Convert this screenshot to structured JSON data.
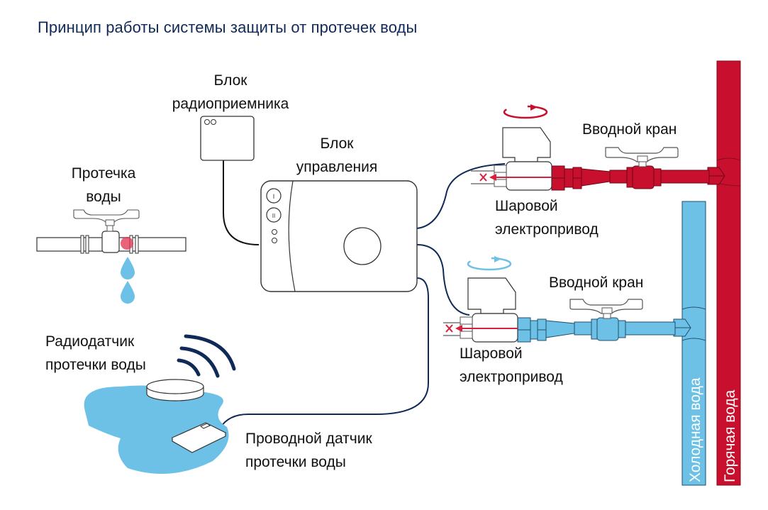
{
  "title": "Принцип работы системы защиты от протечек воды",
  "colors": {
    "title": "#0f2a57",
    "hot_pipe": "#c8102e",
    "cold_pipe": "#6ec1e6",
    "wire": "#0f2a57",
    "leak": "#e0304e",
    "water": "#6ec1e6"
  },
  "labels": {
    "leak": [
      "Протечка",
      "воды"
    ],
    "radio_receiver": [
      "Блок",
      "радиоприемника"
    ],
    "control_unit": [
      "Блок",
      "управления"
    ],
    "hot_inlet_valve": "Вводной кран",
    "hot_actuator": [
      "Шаровой",
      "электропривод"
    ],
    "cold_inlet_valve": "Вводной кран",
    "cold_actuator": [
      "Шаровой",
      "электропривод"
    ],
    "radio_sensor": [
      "Радиодатчик",
      "протечки воды"
    ],
    "wired_sensor": [
      "Проводной датчик",
      "протечки воды"
    ],
    "cold_water": "Холодная вода",
    "hot_water": "Горячая вода"
  },
  "control_unit_buttons": [
    "I",
    "II"
  ],
  "icons": {
    "rotation_hot": "rotate-arrow-icon",
    "rotation_cold": "rotate-arrow-icon",
    "blocked_flow": "x-arrow-icon",
    "wireless": "wifi-signal-icon",
    "water_drop": "water-drop-icon"
  }
}
